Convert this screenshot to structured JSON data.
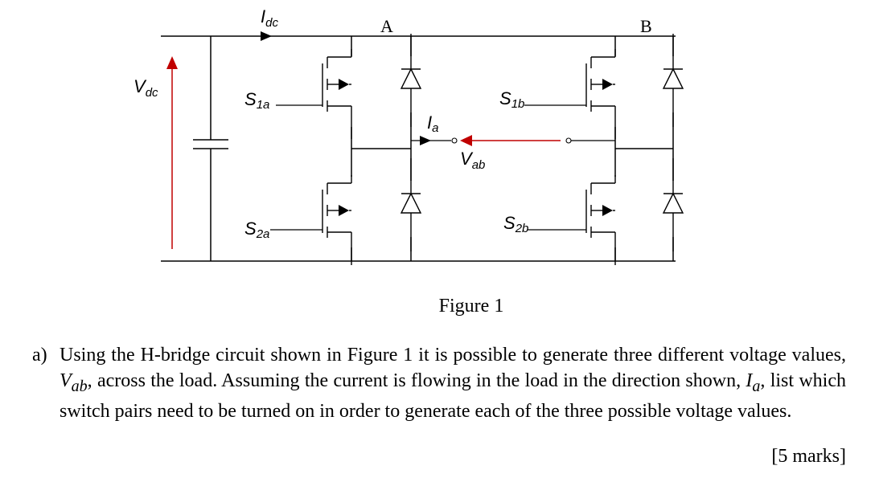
{
  "diagram": {
    "labels": {
      "idc_main": "I",
      "idc_sub": "dc",
      "vdc_main": "V",
      "vdc_sub": "dc",
      "node_a": "A",
      "node_b": "B",
      "s1a_main": "S",
      "s1a_sub": "1a",
      "s2a_main": "S",
      "s2a_sub": "2a",
      "s1b_main": "S",
      "s1b_sub": "1b",
      "s2b_main": "S",
      "s2b_sub": "2b",
      "ia_main": "I",
      "ia_sub": "a",
      "vab_main": "V",
      "vab_sub": "ab"
    },
    "colors": {
      "wire": "#000000",
      "arrow_red": "#c00000"
    }
  },
  "figure_caption": "Figure 1",
  "question": {
    "marker": "a)",
    "text_1": "Using the H-bridge circuit shown in Figure 1 it is possible to generate three different voltage values, ",
    "vab_main": "V",
    "vab_sub": "ab",
    "text_2": ", across the load. Assuming the current is flowing in the load in the direction shown, ",
    "ia_main": "I",
    "ia_sub": "a",
    "text_3": ", list which switch pairs need to be turned on in order to generate each of the three possible voltage values.",
    "marks": "[5 marks]"
  }
}
